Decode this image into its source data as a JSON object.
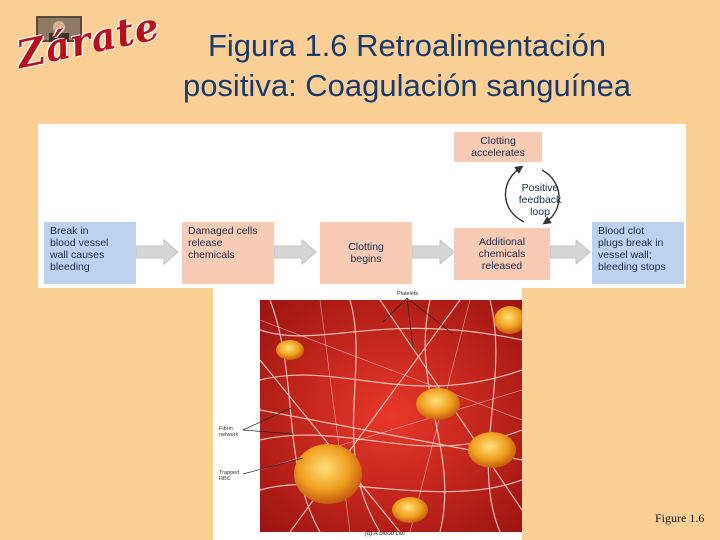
{
  "header": {
    "logo_text": "Zárate",
    "title_line1": "Figura 1.6  Retroalimentación",
    "title_line2": "positiva: Coagulación sanguínea"
  },
  "diagram": {
    "boxes": [
      {
        "id": "break",
        "lines": [
          "Break in",
          "blood vessel",
          "wall causes",
          "bleeding"
        ]
      },
      {
        "id": "damaged",
        "lines": [
          "Damaged cells",
          "release",
          "chemicals"
        ]
      },
      {
        "id": "clotting_begins",
        "lines": [
          "Clotting",
          "begins"
        ]
      },
      {
        "id": "additional",
        "lines": [
          "Additional",
          "chemicals",
          "released"
        ]
      },
      {
        "id": "clotting_accelerates",
        "lines": [
          "Clotting",
          "accelerates"
        ]
      },
      {
        "id": "blood_clot",
        "lines": [
          "Blood clot",
          "plugs break in",
          "vessel wall;",
          "bleeding stops"
        ]
      }
    ],
    "feedback_loop": [
      "Positive",
      "feedback",
      "loop"
    ],
    "colors": {
      "blue_box": "#bcd3ee",
      "pink_box": "#f7cbb4",
      "arrow": "#d6d6d6"
    }
  },
  "photo": {
    "labels": {
      "platelets": "Platelets",
      "fibrin_1": "Fibrin",
      "fibrin_2": "network",
      "trapped_1": "Trapped",
      "trapped_2": "RBC"
    },
    "caption": "(b) A blood clot"
  },
  "footer": {
    "figure_ref": "Figure 1.6"
  }
}
